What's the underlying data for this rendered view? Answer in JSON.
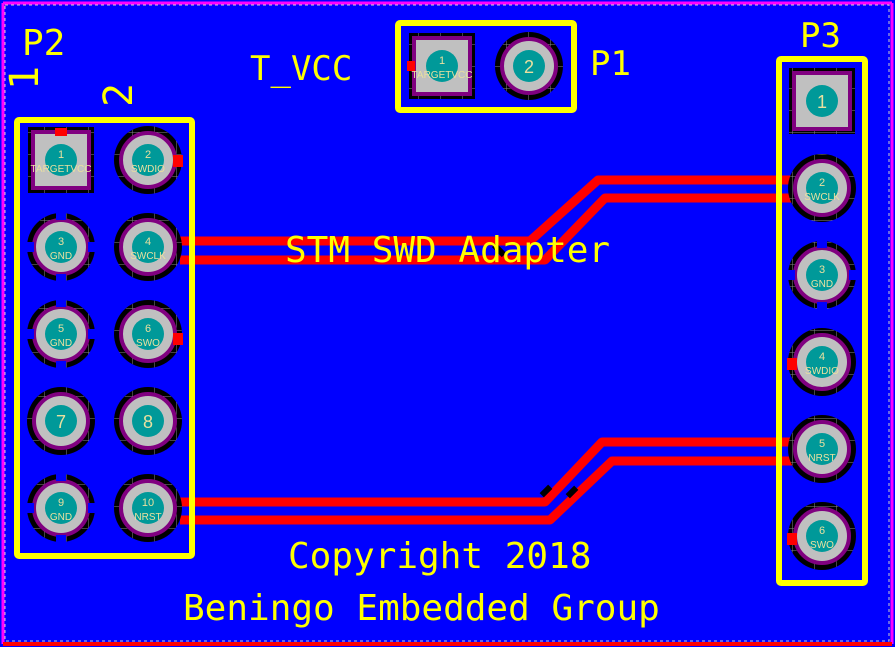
{
  "board": {
    "background": "#0000ff",
    "outline_color": "#ff00ff",
    "bottom_edge_color": "#ff0000",
    "silkscreen_color": "#ffff00",
    "trace_color": "#ff0000",
    "pad_color": "#c0c0c0",
    "drill_color": "#009999",
    "mask_color": "#800080"
  },
  "texts": {
    "title": "STM SWD Adapter",
    "copyright": "Copyright 2018",
    "company": "Beningo Embedded Group",
    "net_label": "T_VCC"
  },
  "connectors": {
    "p1": {
      "designator": "P1",
      "pins": [
        {
          "num": "1",
          "name": "TARGETVCC",
          "shape": "square"
        },
        {
          "num": "2",
          "name": "",
          "shape": "round"
        }
      ]
    },
    "p2": {
      "designator": "P2",
      "col_labels": [
        "1",
        "2"
      ],
      "pins": [
        {
          "num": "1",
          "name": "TARGETVCC",
          "shape": "square"
        },
        {
          "num": "2",
          "name": "SWDIO",
          "shape": "round"
        },
        {
          "num": "3",
          "name": "GND",
          "shape": "thermal"
        },
        {
          "num": "4",
          "name": "SWCLK",
          "shape": "round"
        },
        {
          "num": "5",
          "name": "GND",
          "shape": "thermal"
        },
        {
          "num": "6",
          "name": "SWO",
          "shape": "round"
        },
        {
          "num": "7",
          "name": "",
          "shape": "round"
        },
        {
          "num": "8",
          "name": "",
          "shape": "round"
        },
        {
          "num": "9",
          "name": "GND",
          "shape": "thermal"
        },
        {
          "num": "10",
          "name": "NRST",
          "shape": "round"
        }
      ]
    },
    "p3": {
      "designator": "P3",
      "pins": [
        {
          "num": "1",
          "name": "",
          "shape": "square"
        },
        {
          "num": "2",
          "name": "SWCLK",
          "shape": "round"
        },
        {
          "num": "3",
          "name": "GND",
          "shape": "thermal"
        },
        {
          "num": "4",
          "name": "SWDIO",
          "shape": "round"
        },
        {
          "num": "5",
          "name": "NRST",
          "shape": "round"
        },
        {
          "num": "6",
          "name": "SWO",
          "shape": "round"
        }
      ]
    }
  }
}
